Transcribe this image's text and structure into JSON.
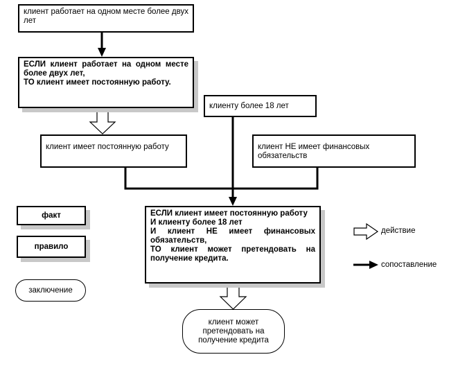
{
  "nodes": {
    "fact_two_years": "клиент работает на одном месте более двух лет",
    "rule1": {
      "if_kw": "ЕСЛИ",
      "if_text": " клиент работает на одном месте более двух лет,",
      "then_kw": "ТО",
      "then_text": " клиент имеет постоянную работу."
    },
    "fact_age": "клиенту более 18 лет",
    "fact_permanent_job": "клиент имеет постоянную работу",
    "fact_no_obligations": "клиент НЕ имеет финансовых обязательств",
    "rule2": {
      "if_kw": "ЕСЛИ",
      "if_text": " клиент имеет постоянную работу",
      "and1_kw": "И",
      "and1_text": " клиенту более 18 лет",
      "and2_kw": "И",
      "and2_text": " клиент НЕ имеет финансовых обязательств,",
      "then_kw": "ТО",
      "then_text": " клиент может претендовать на получение кредита."
    },
    "conclusion": "клиент может претендовать на получение кредита"
  },
  "legend": {
    "fact": "факт",
    "rule": "правило",
    "conclusion": "заключение",
    "action": "действие",
    "match": "сопоставление"
  },
  "colors": {
    "line": "#000000",
    "shadow": "#c8c8c8",
    "background": "#ffffff"
  }
}
